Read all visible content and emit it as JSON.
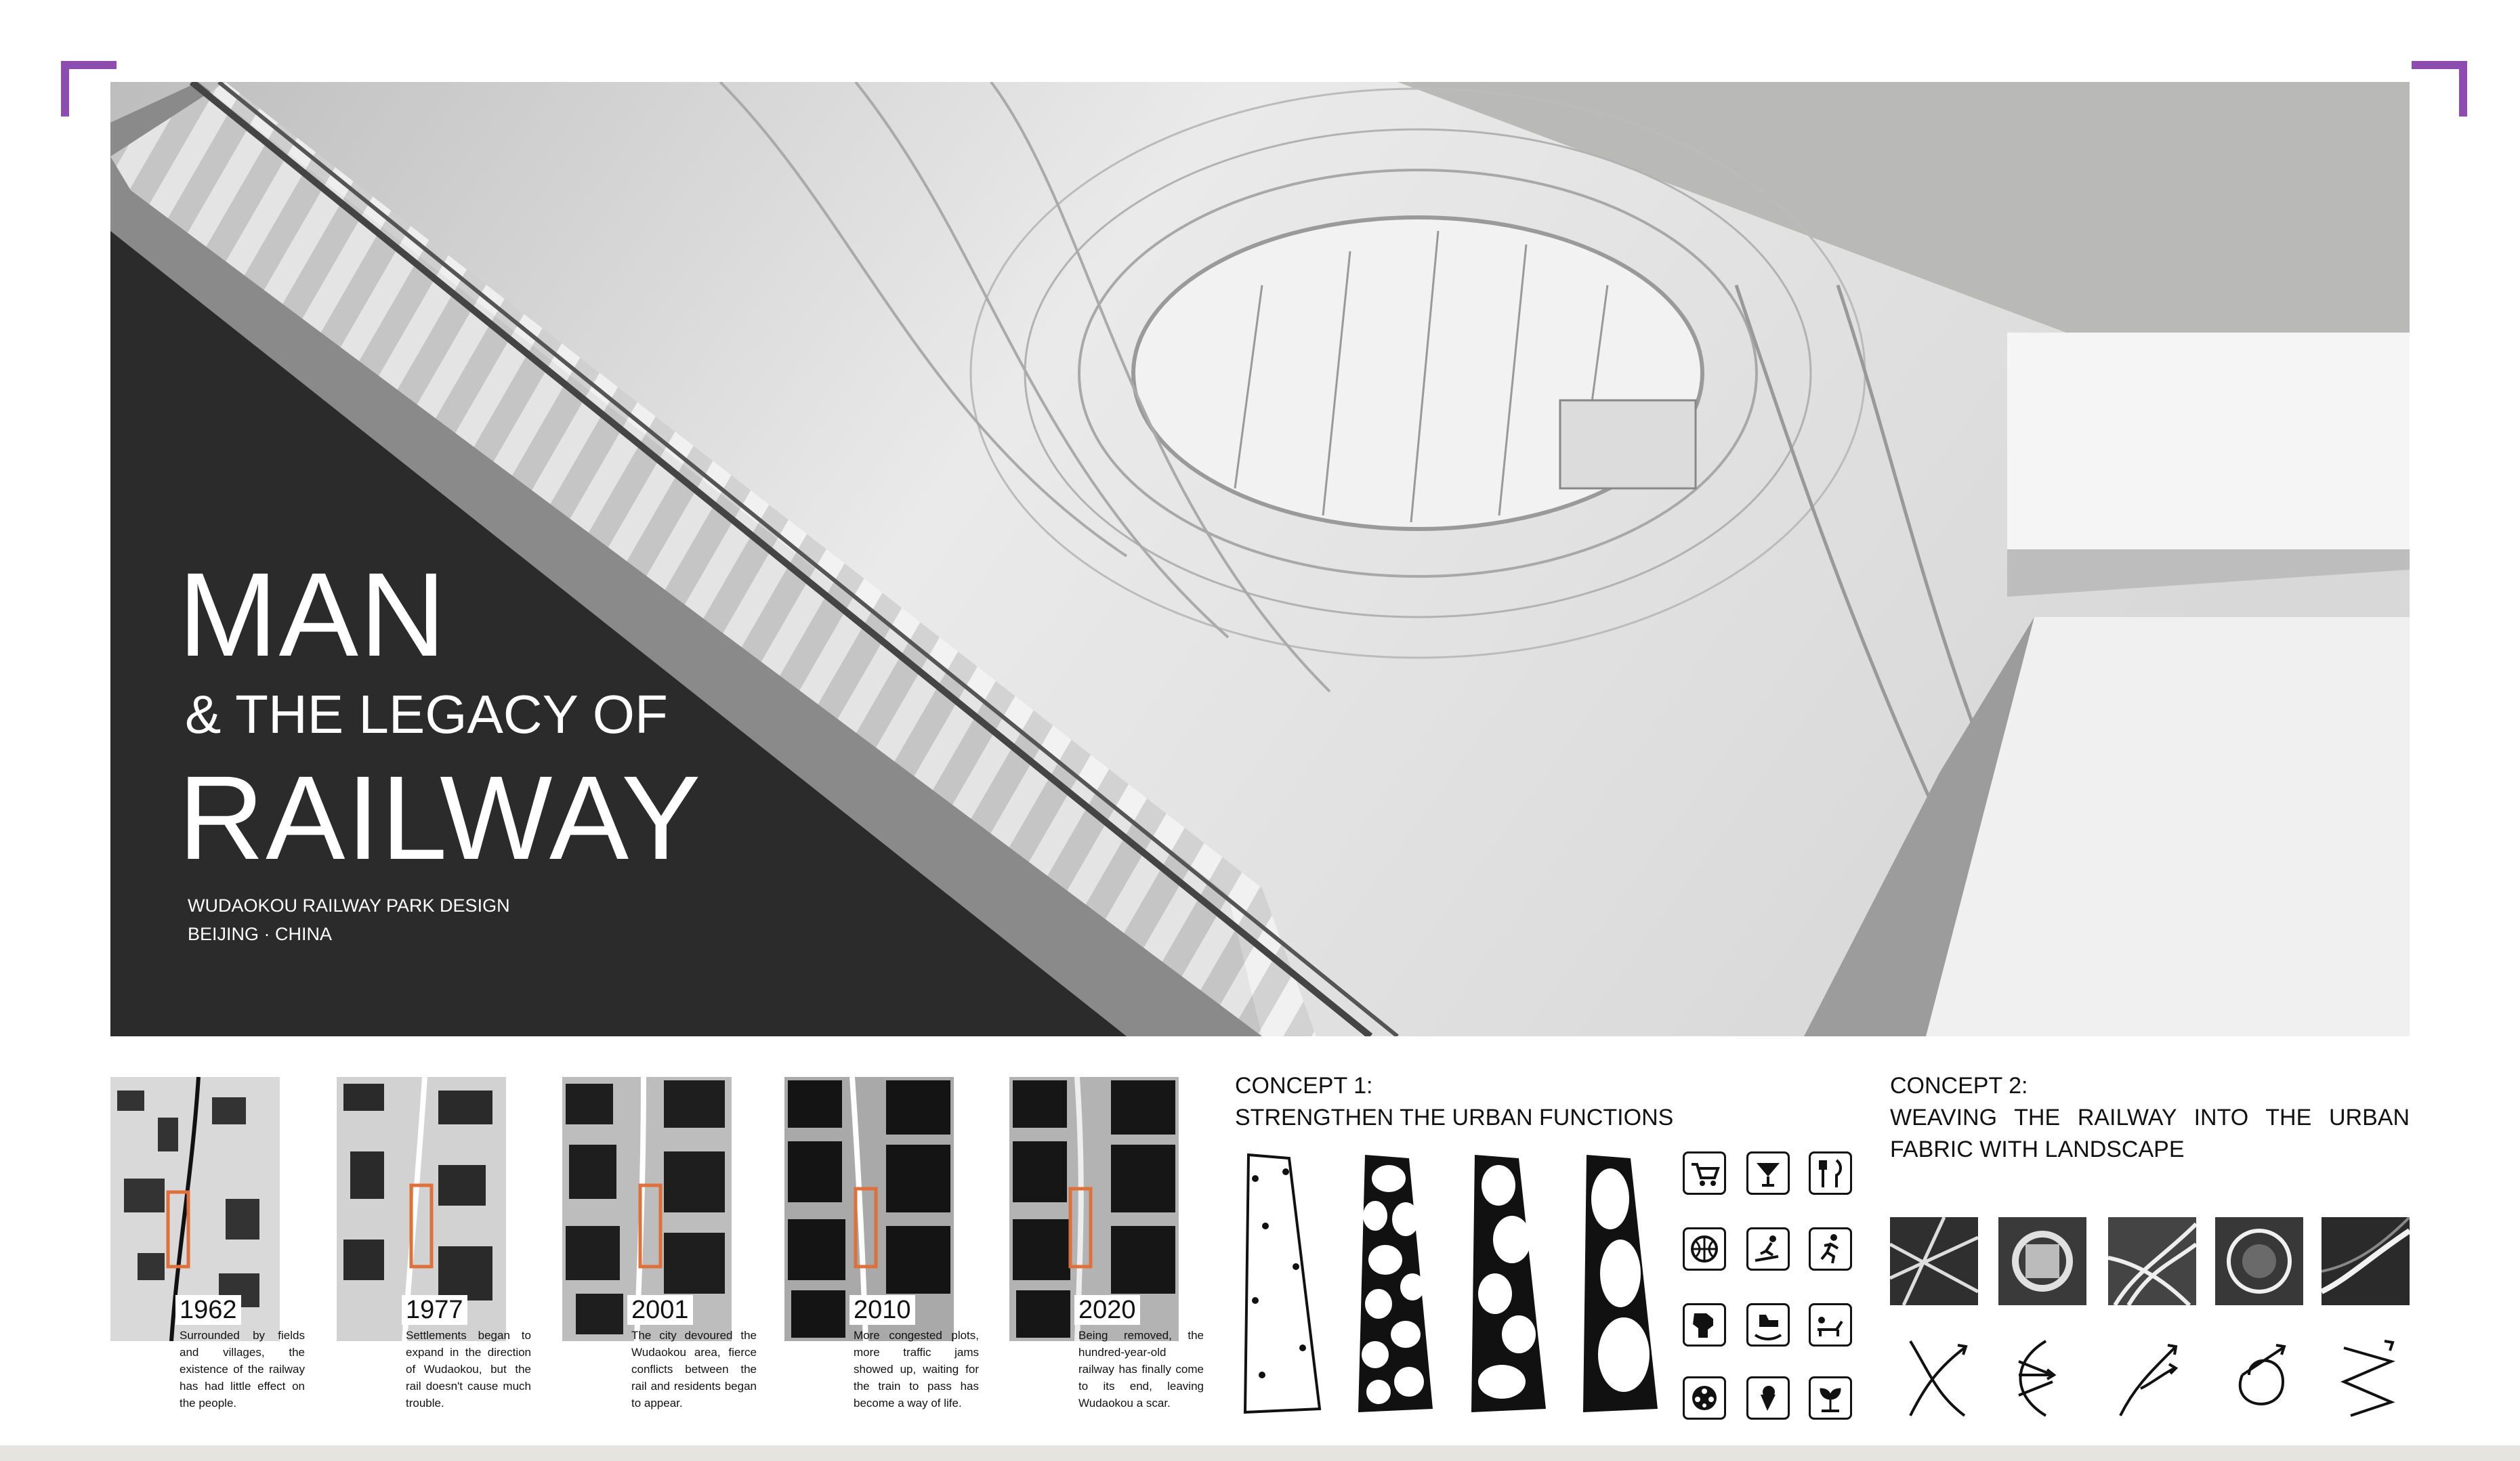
{
  "title": {
    "line1": "MAN",
    "line2": "& THE LEGACY OF",
    "line3": "RAILWAY",
    "subtitle1": "WUDAOKOU RAILWAY PARK DESIGN",
    "subtitle2": "BEIJING · CHINA"
  },
  "timeline": [
    {
      "year": "1962",
      "text": "Surrounded by fields and villages, the existence of the railway has had little effect on the people."
    },
    {
      "year": "1977",
      "text": "Settlements began to expand in the direction of Wudaokou, but the rail doesn't cause much trouble."
    },
    {
      "year": "2001",
      "text": "The city devoured the Wudaokou area, fierce conflicts between the rail and residents began to appear."
    },
    {
      "year": "2010",
      "text": "More congested plots, more traffic jams showed up, waiting for the train to pass has become a way of life."
    },
    {
      "year": "2020",
      "text": "Being removed, the hundred-year-old railway has finally come to its end, leaving Wudaokou a scar."
    }
  ],
  "concept1": {
    "line1": "CONCEPT 1:",
    "line2": "STRENGTHEN THE URBAN FUNCTIONS",
    "icons": [
      "cart-icon",
      "cocktail-icon",
      "fork-knife-icon",
      "basketball-icon",
      "skateboard-icon",
      "running-person-icon",
      "dog-icon",
      "rocking-horse-icon",
      "lounger-icon",
      "film-reel-icon",
      "ice-cream-icon",
      "sprout-icon"
    ]
  },
  "concept2": {
    "line1": "CONCEPT 2:",
    "line2": "WEAVING THE RAILWAY INTO THE URBAN",
    "line3": "FABRIC WITH LANDSCAPE",
    "arrows": [
      "diverge-arrow-icon",
      "split-arrow-icon",
      "branch-arrow-icon",
      "loop-arrow-icon",
      "zigzag-arrow-icon"
    ]
  },
  "colors": {
    "accent": "#8e4bb0",
    "highlight": "#e0703a",
    "dark": "#111111"
  }
}
